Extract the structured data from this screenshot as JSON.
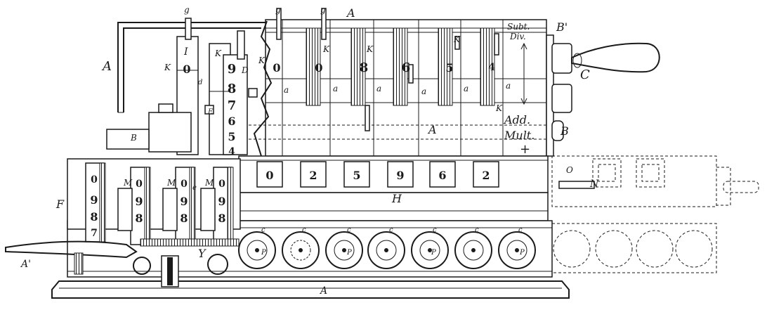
{
  "figure": {
    "register_digits": [
      "0",
      "2",
      "5",
      "9",
      "6",
      "2"
    ],
    "slide_digits": [
      "0",
      "8",
      "6",
      "5",
      "4"
    ],
    "column_stack": [
      "9",
      "8",
      "7",
      "6",
      "5",
      "4"
    ],
    "wheel_digits": [
      "0",
      "9",
      "8",
      "7"
    ],
    "notes": {
      "subt": "Subt.",
      "div": "Div.",
      "add": "Add.",
      "mult": "Mult.",
      "plus": "+"
    },
    "letters": {
      "A": "A",
      "A_prime": "A'",
      "B": "B",
      "B_prime": "B'",
      "C": "C",
      "D": "D",
      "E": "E",
      "F": "F",
      "H": "H",
      "I": "I",
      "K": "K",
      "M": "M",
      "N": "N",
      "O": "O",
      "P": "P",
      "Y": "Y",
      "a": "a",
      "c": "c",
      "g": "g",
      "d": "d",
      "e": "e"
    }
  }
}
